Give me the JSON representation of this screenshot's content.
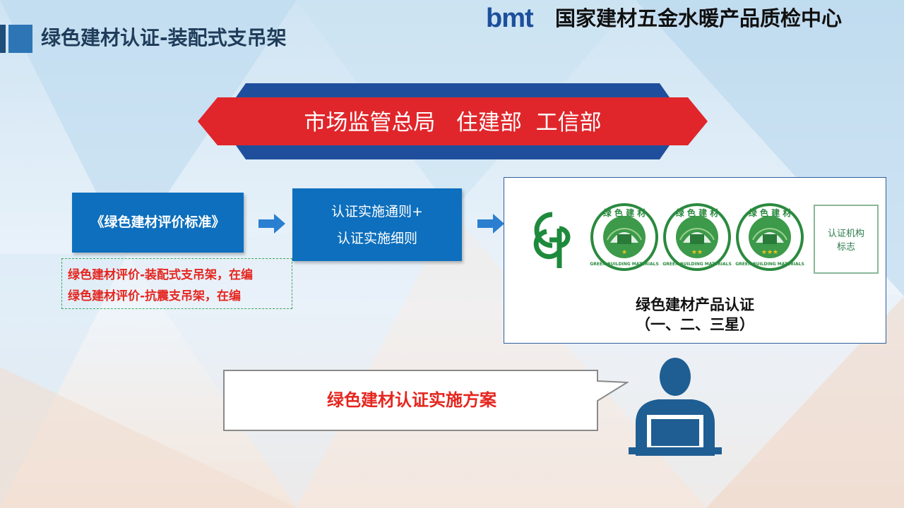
{
  "header": {
    "slide_title": "绿色建材认证-装配式支吊架",
    "brand_logo_text": "bmt",
    "org_name": "国家建材五金水暖产品质检中心",
    "title_bar_color": "#2e75b6"
  },
  "banner": {
    "text": "市场监管总局   住建部  工信部",
    "fill_color": "#e0262b",
    "backing_color": "#1f4f9c"
  },
  "flow": {
    "standard_label": "《绿色建材评价标准》",
    "rules_line1": "认证实施通则+",
    "rules_line2": "认证实施细则",
    "in_progress_1": "绿色建材评价-装配式支吊架，在编",
    "in_progress_2": "绿色建材评价-抗震支吊架，在编",
    "arrow_icon": "arrow-right-icon"
  },
  "certification": {
    "cgp_logo_icon": "cgp-logo-icon",
    "seal_icon": "green-building-materials-seal-icon",
    "seal_top_text": "绿 色 建 材",
    "seal_bottom_text": "GREEN BUILDING MATERIALS",
    "seals": [
      {
        "stars": "★"
      },
      {
        "stars": "★★"
      },
      {
        "stars": "★★★"
      }
    ],
    "org_mark_line1": "认证机构",
    "org_mark_line2": "标志",
    "caption_line1": "绿色建材产品认证",
    "caption_line2": "（一、二、三星）"
  },
  "speech": {
    "text": "绿色建材认证实施方案",
    "person_icon": "person-laptop-icon"
  }
}
